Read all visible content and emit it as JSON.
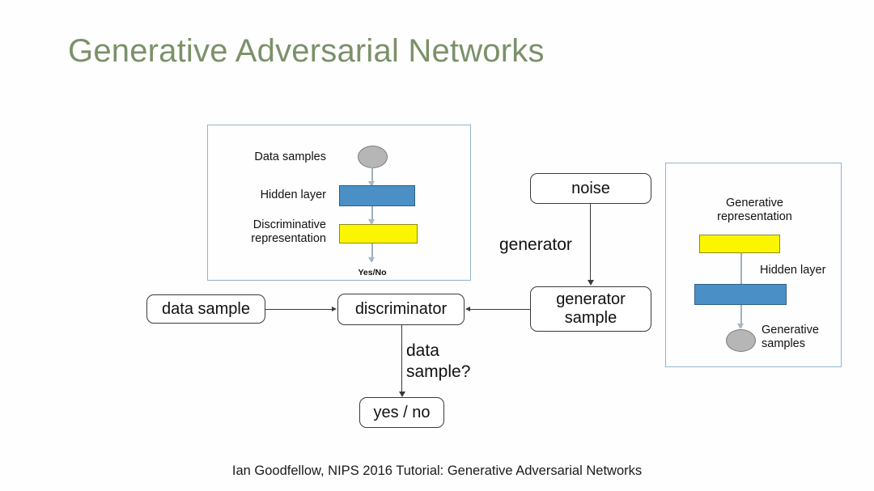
{
  "slide": {
    "title": "Generative Adversarial Networks",
    "footer": "Ian Goodfellow, NIPS 2016 Tutorial: Generative Adversarial Networks",
    "background_color": "#fefefe",
    "title_color": "#7b9169"
  },
  "colors": {
    "panel_border": "#93b4cd",
    "bar_blue_fill": "#4a90c7",
    "bar_blue_border": "#30618a",
    "bar_yellow_fill": "#fbf500",
    "bar_yellow_border": "#8f8a22",
    "ellipse_fill": "#b6b6b6",
    "ellipse_border": "#7b7b7b",
    "connector_inner": "#a9b7c0",
    "connector_flow": "#3a3a3a",
    "box_border": "#3a3a3a",
    "text": "#111111"
  },
  "discriminator_panel": {
    "labels": {
      "data_samples": "Data samples",
      "hidden_layer": "Hidden layer",
      "discriminative_representation": "Discriminative\nrepresentation",
      "discriminative_representation_line1": "Discriminative",
      "discriminative_representation_line2": "representation",
      "output": "Yes/No"
    },
    "shapes": [
      {
        "name": "data-samples-node",
        "type": "ellipse",
        "fill": "#b6b6b6"
      },
      {
        "name": "hidden-layer-bar",
        "type": "bar",
        "fill": "#4a90c7"
      },
      {
        "name": "discriminative-representation-bar",
        "type": "bar",
        "fill": "#fbf500"
      }
    ]
  },
  "generator_panel": {
    "labels": {
      "generative_representation_line1": "Generative",
      "generative_representation_line2": "representation",
      "hidden_layer": "Hidden layer",
      "generative_samples_line1": "Generative",
      "generative_samples_line2": "samples"
    },
    "shapes": [
      {
        "name": "generative-representation-bar",
        "type": "bar",
        "fill": "#fbf500"
      },
      {
        "name": "hidden-layer-bar",
        "type": "bar",
        "fill": "#4a90c7"
      },
      {
        "name": "generative-samples-node",
        "type": "ellipse",
        "fill": "#b6b6b6"
      }
    ]
  },
  "flow": {
    "nodes": [
      {
        "id": "data-sample",
        "label": "data sample"
      },
      {
        "id": "discriminator",
        "label": "discriminator"
      },
      {
        "id": "noise",
        "label": "noise"
      },
      {
        "id": "generator-sample",
        "label": "generator\nsample"
      },
      {
        "id": "yes-no",
        "label": "yes / no"
      }
    ],
    "node_labels": {
      "data_sample": "data sample",
      "discriminator": "discriminator",
      "noise": "noise",
      "generator_sample_line1": "generator",
      "generator_sample_line2": "sample",
      "yes_no": "yes / no"
    },
    "edge_labels": {
      "generator": "generator",
      "data_sample_question_line1": "data",
      "data_sample_question_line2": "sample?"
    },
    "edges": [
      {
        "from": "data-sample",
        "to": "discriminator",
        "label": ""
      },
      {
        "from": "generator-sample",
        "to": "discriminator",
        "label": ""
      },
      {
        "from": "noise",
        "to": "generator-sample",
        "label": "generator"
      },
      {
        "from": "discriminator",
        "to": "yes-no",
        "label": "data sample?"
      }
    ]
  }
}
